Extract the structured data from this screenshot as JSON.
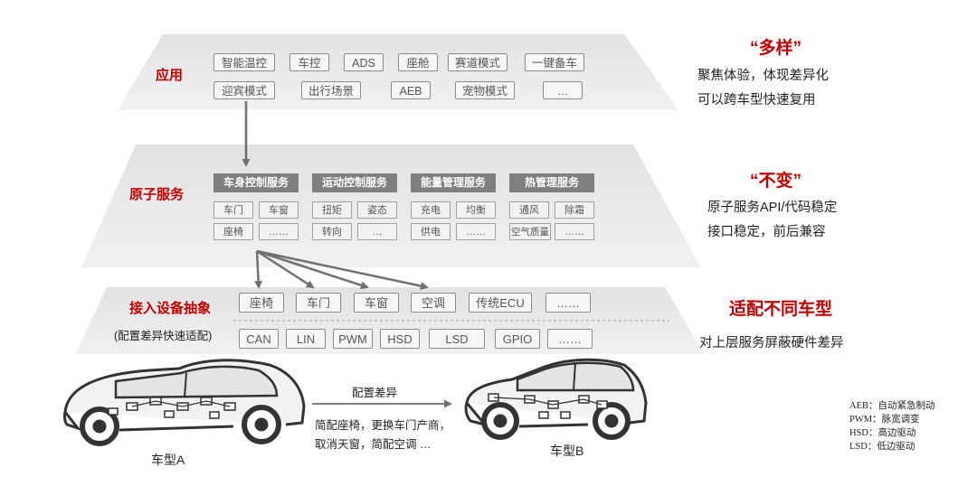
{
  "layers": {
    "app": {
      "title": "应用",
      "row1": [
        "智能温控",
        "车控",
        "ADS",
        "座舱",
        "赛道模式",
        "一键备车"
      ],
      "row2": [
        "迎宾模式",
        "出行场景",
        "AEB",
        "宠物模式",
        "…"
      ]
    },
    "atomic": {
      "title": "原子服务",
      "groups": [
        {
          "name": "车身控制服务",
          "items": [
            "车门",
            "车窗",
            "座椅",
            "……"
          ]
        },
        {
          "name": "运动控制服务",
          "items": [
            "扭矩",
            "姿态",
            "转向",
            "…"
          ]
        },
        {
          "name": "能量管理服务",
          "items": [
            "充电",
            "均衡",
            "供电",
            "……"
          ]
        },
        {
          "name": "热管理服务",
          "items": [
            "通风",
            "除霜",
            "空气质量",
            "……"
          ]
        }
      ]
    },
    "device": {
      "title": "接入设备抽象",
      "subtitle": "(配置差异快速适配)",
      "row1": [
        "座椅",
        "车门",
        "车窗",
        "空调",
        "传统ECU",
        "……"
      ],
      "row2": [
        "CAN",
        "LIN",
        "PWM",
        "HSD",
        "LSD",
        "GPIO",
        "……"
      ]
    }
  },
  "right": {
    "r1_head": "“多样”",
    "r1_lines": [
      "聚焦体验，体现差异化",
      "可以跨车型快速复用"
    ],
    "r2_head": "“不变”",
    "r2_lines": [
      "原子服务API/代码稳定",
      "接口稳定，前后兼容"
    ],
    "r3_head": "适配不同车型",
    "r3_lines": [
      "对上层服务屏蔽硬件差异"
    ]
  },
  "cars": {
    "a_label": "车型A",
    "b_label": "车型B",
    "diff_title": "配置差异",
    "diff_lines": [
      "简配座椅，更换车门产商，",
      "取消天窗，简配空调 …"
    ]
  },
  "legend": [
    "AEB：自动紧急制动",
    "PWM：脉宽调变",
    "HSD：高边驱动",
    "LSD：低边驱动"
  ],
  "colors": {
    "accent_red": "#c00000",
    "layer_fill": "#e9e9e9",
    "header_gray": "#7f7f7f",
    "arrow_gray": "#707070"
  }
}
